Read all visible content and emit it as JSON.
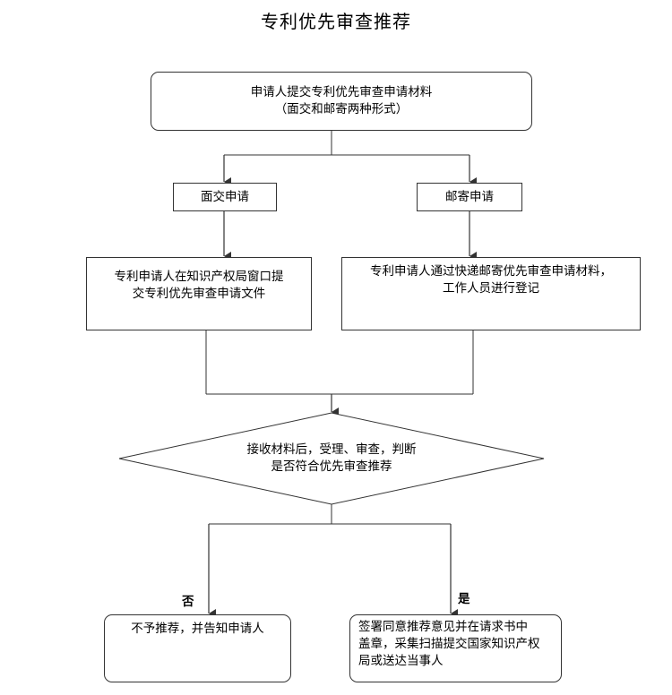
{
  "title": "专利优先审查推荐",
  "nodes": {
    "start": {
      "line1": "申请人提交专利优先审查申请材料",
      "line2": "（面交和邮寄两种形式）"
    },
    "face_submit": "面交申请",
    "mail_submit": "邮寄申请",
    "face_detail": {
      "line1": "专利申请人在知识产权局窗口提",
      "line2": "交专利优先审查申请文件"
    },
    "mail_detail": {
      "line1": "专利申请人通过快递邮寄优先审查申请材料，",
      "line2": "工作人员进行登记"
    },
    "decision": {
      "line1": "接收材料后，受理、审查，判断",
      "line2": "是否符合优先审查推荐"
    },
    "reject": "不予推荐，并告知申请人",
    "approve": {
      "line1": "签署同意推荐意见并在请求书中",
      "line2": "盖章，采集扫描提交国家知识产权",
      "line3": "局或送达当事人"
    }
  },
  "branch_labels": {
    "no": "否",
    "yes": "是"
  },
  "colors": {
    "line": "#333333",
    "background": "#ffffff",
    "text": "#000000"
  }
}
